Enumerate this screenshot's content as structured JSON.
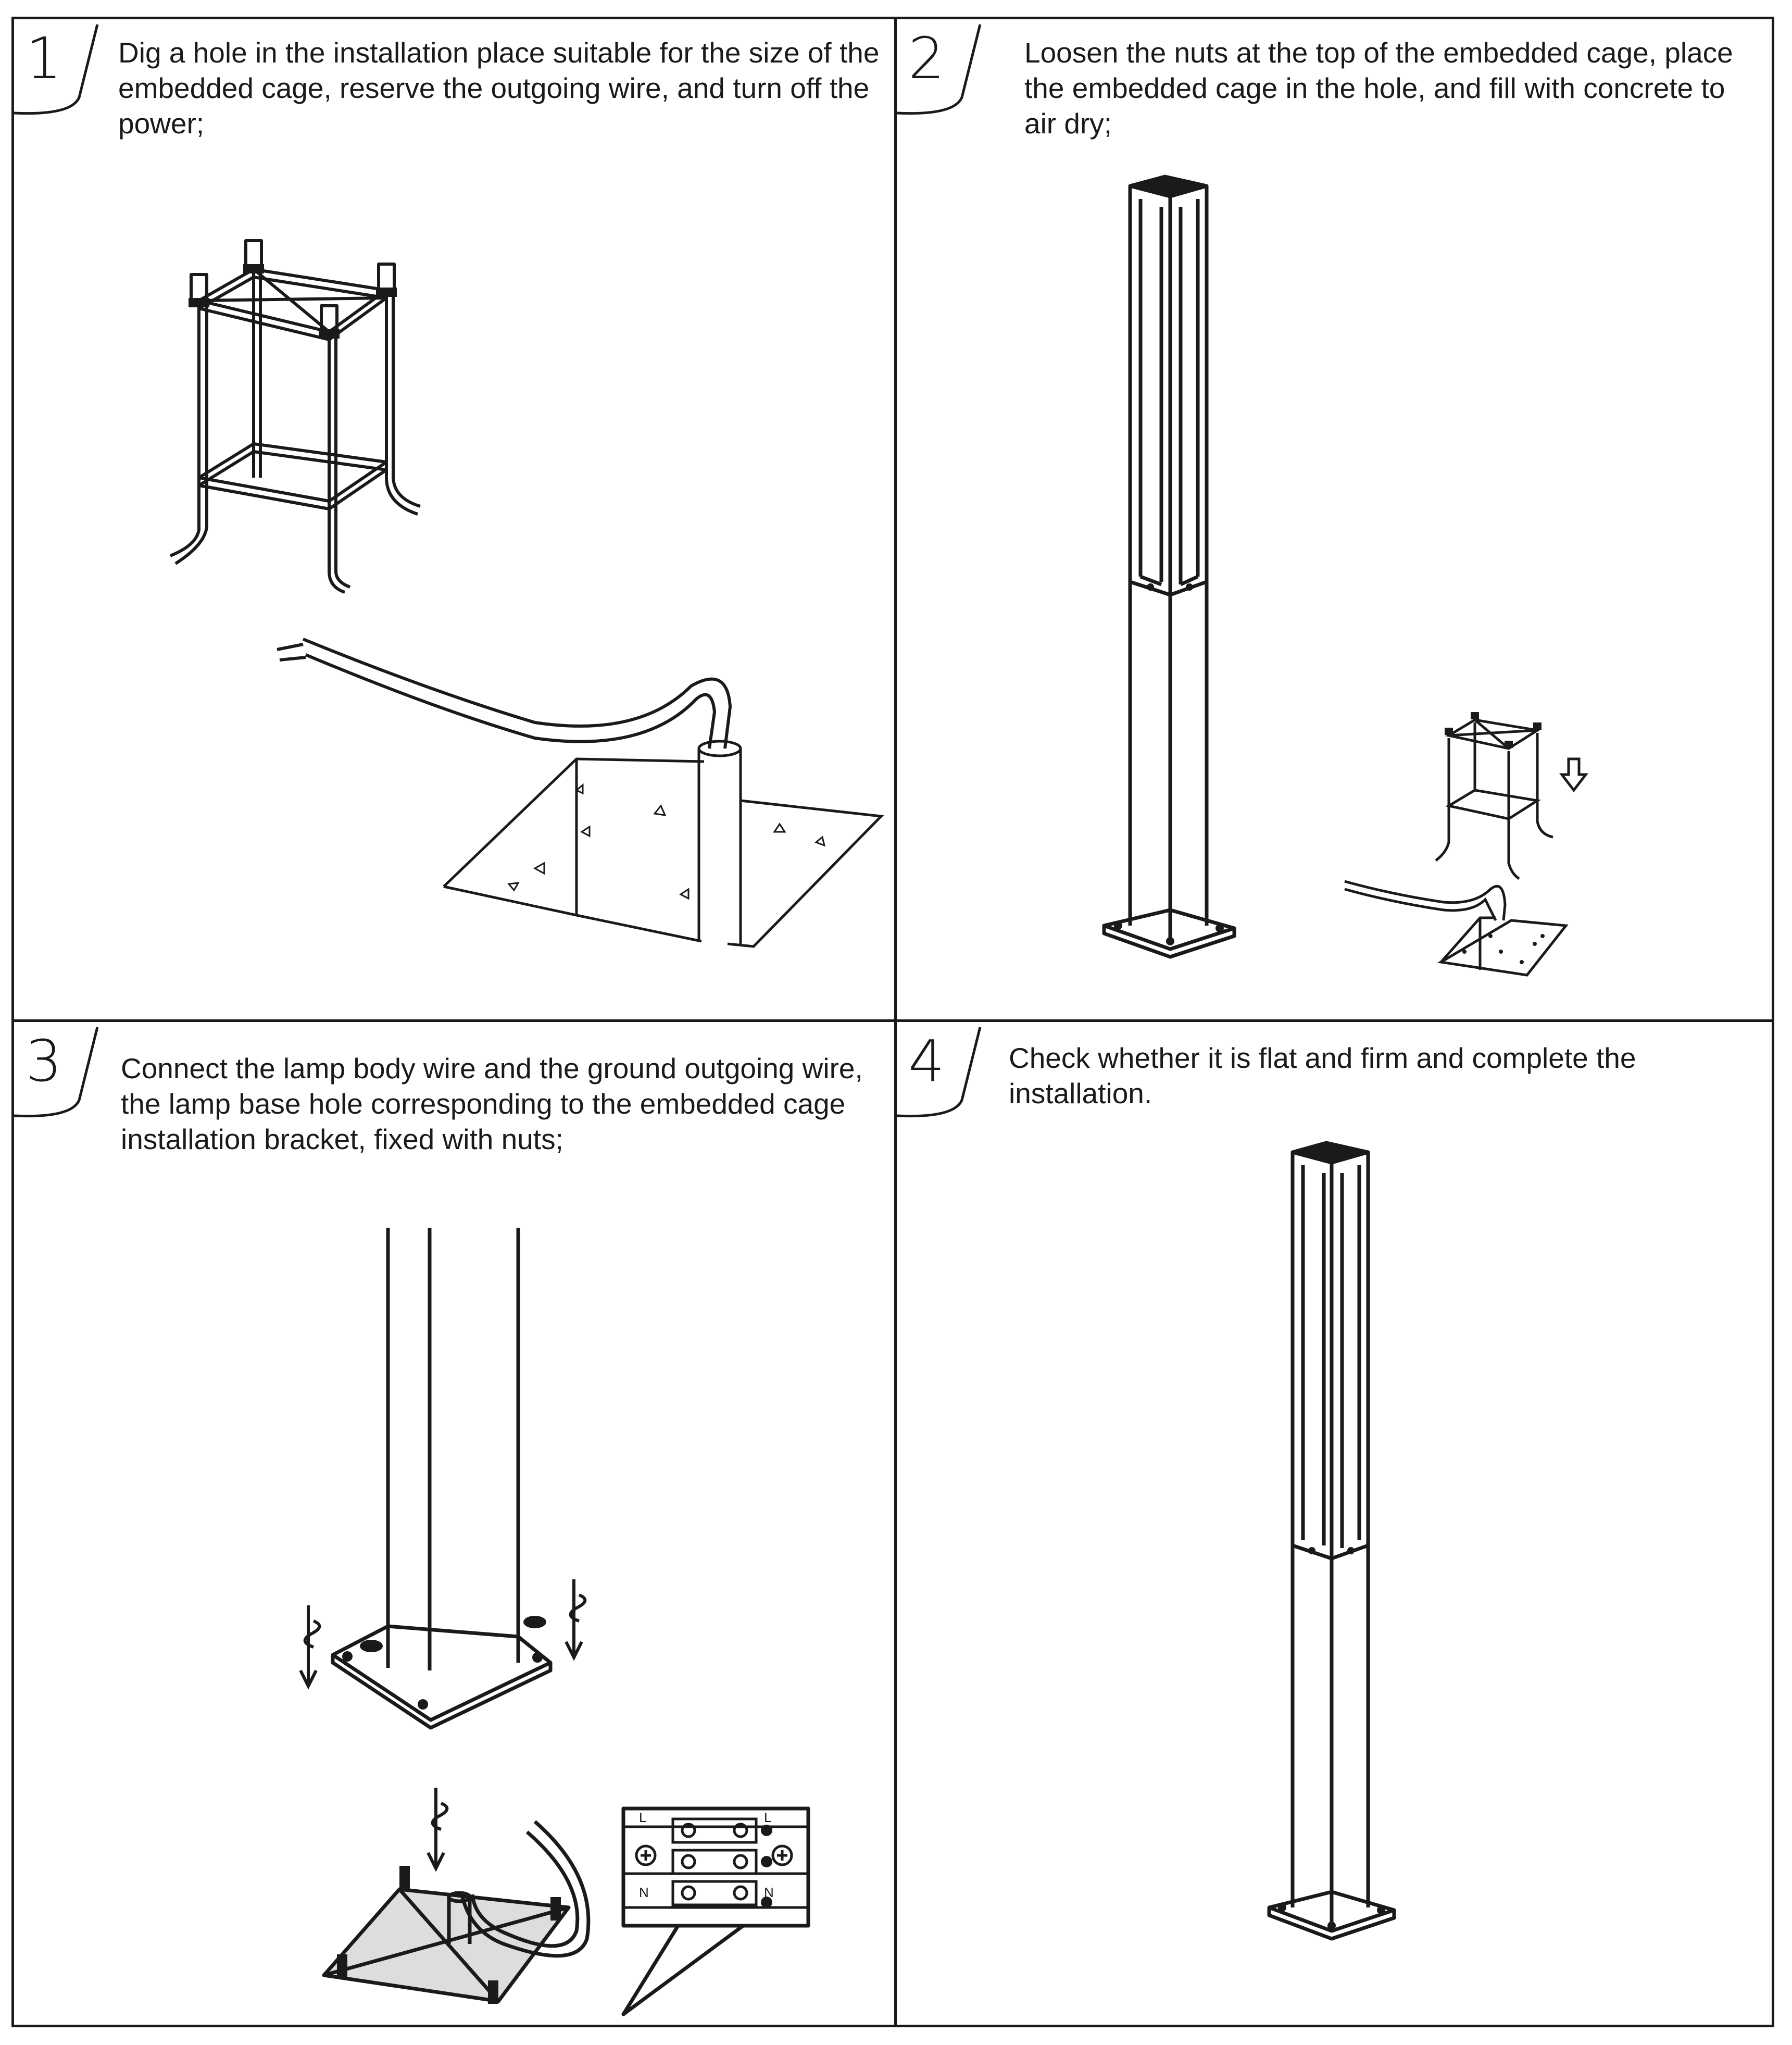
{
  "steps": [
    {
      "number": "1",
      "text": "Dig a hole in the installation place suitable for the size of the embedded cage, reserve the outgoing wire, and turn off the power;"
    },
    {
      "number": "2",
      "text": "Loosen the nuts at the top of the embedded cage, place the embedded cage in the hole, and fill with concrete to air dry;"
    },
    {
      "number": "3",
      "text": "Connect the lamp body wire and the ground outgoing wire, the lamp base hole corresponding to the embedded cage installation bracket, fixed with nuts;"
    },
    {
      "number": "4",
      "text": "Check whether it is flat and firm and complete the installation."
    }
  ],
  "wiring_diagram": {
    "live_left": "L",
    "live_right": "L",
    "neutral_left": "N",
    "neutral_right": "N"
  }
}
